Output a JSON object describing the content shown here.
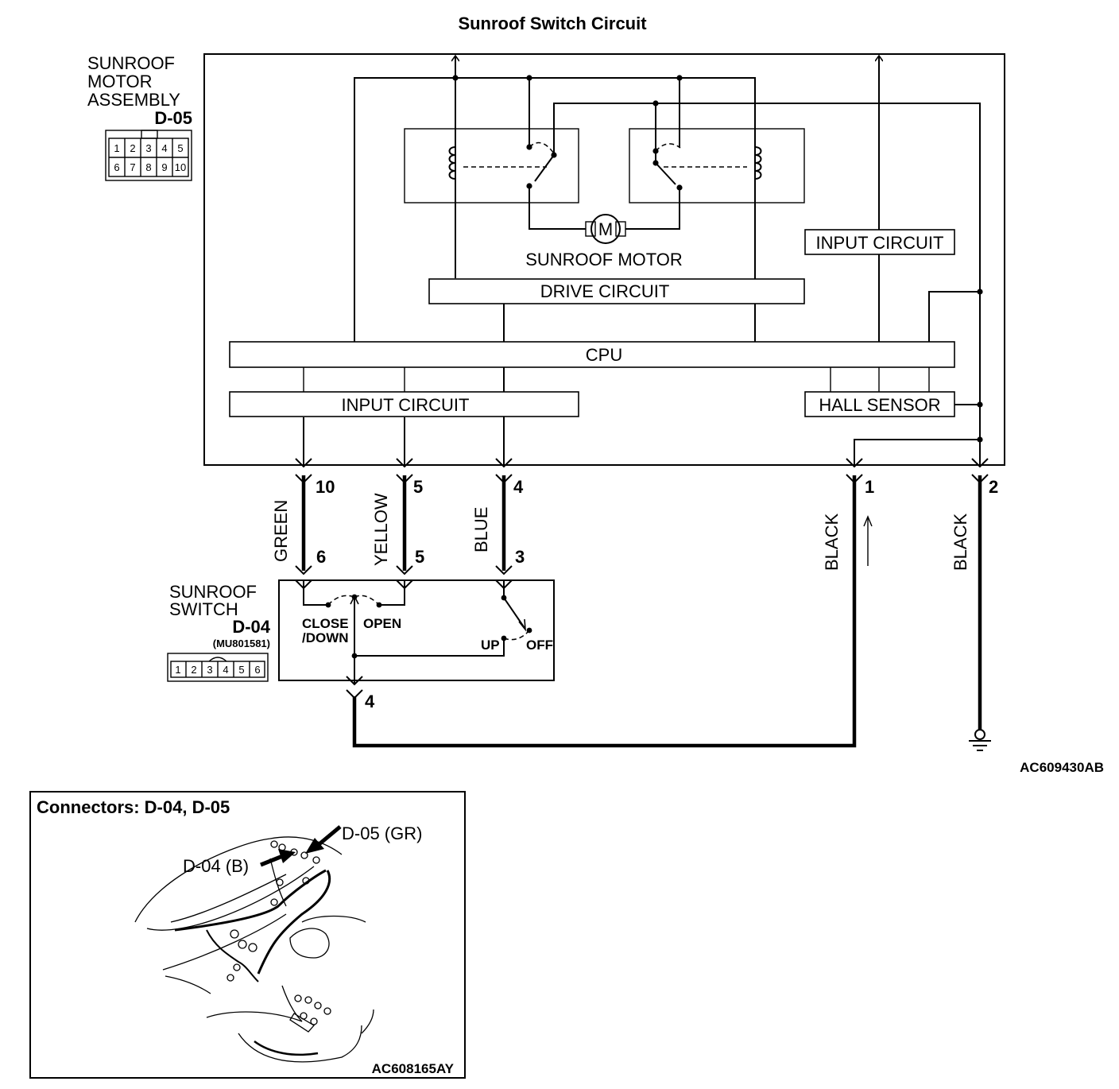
{
  "title": "Sunroof Switch Circuit",
  "motor_assembly": {
    "name_line1": "SUNROOF",
    "name_line2": "MOTOR",
    "name_line3": "ASSEMBLY",
    "connector": "D-05",
    "pins_top": [
      "1",
      "2",
      "3",
      "4",
      "5"
    ],
    "pins_bottom": [
      "6",
      "7",
      "8",
      "9",
      "10"
    ]
  },
  "blocks": {
    "motor_label": "SUNROOF MOTOR",
    "motor_symbol": "M",
    "drive_circuit": "DRIVE CIRCUIT",
    "cpu": "CPU",
    "input_circuit_left": "INPUT CIRCUIT",
    "input_circuit_right": "INPUT CIRCUIT",
    "hall_sensor": "HALL SENSOR"
  },
  "wires": [
    {
      "color": "GREEN",
      "assembly_pin": "10",
      "switch_pin": "6"
    },
    {
      "color": "YELLOW",
      "assembly_pin": "5",
      "switch_pin": "5"
    },
    {
      "color": "BLUE",
      "assembly_pin": "4",
      "switch_pin": "3"
    },
    {
      "color": "BLACK",
      "assembly_pin": "1"
    },
    {
      "color": "BLACK",
      "assembly_pin": "2"
    }
  ],
  "switch": {
    "name_line1": "SUNROOF",
    "name_line2": "SWITCH",
    "connector": "D-04",
    "part_number": "(MU801581)",
    "pins": [
      "1",
      "2",
      "3",
      "4",
      "5",
      "6"
    ],
    "pos_close": "CLOSE",
    "pos_down": "/DOWN",
    "pos_open": "OPEN",
    "pos_up": "UP",
    "pos_off": "OFF",
    "bottom_pin": "4"
  },
  "diagram_code": "AC609430AB",
  "inset": {
    "title": "Connectors: D-04, D-05",
    "label_d05": "D-05 (GR)",
    "label_d04": "D-04 (B)",
    "code": "AC608165AY"
  }
}
